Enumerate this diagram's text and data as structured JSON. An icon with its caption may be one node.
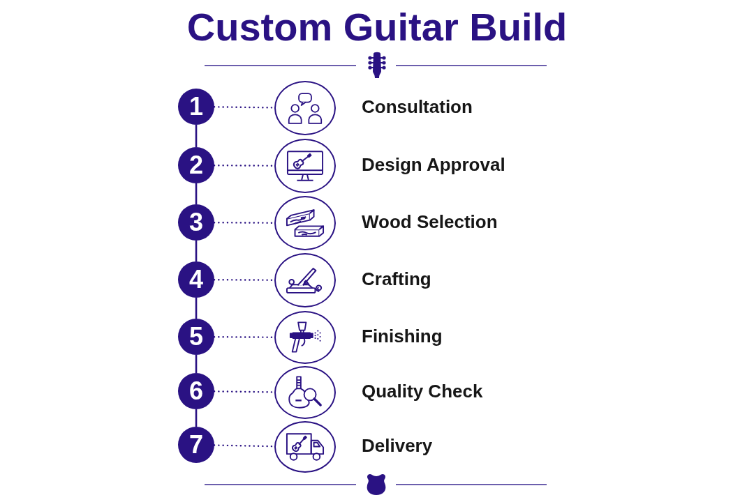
{
  "diagram": {
    "title": "Custom Guitar Build",
    "nodes": [
      {
        "text": [
          "1"
        ]
      },
      {
        "text": [],
        "shape": "picture",
        "beside": [
          "Consultation"
        ]
      },
      {
        "text": [
          "2"
        ]
      },
      {
        "text": [],
        "shape": "picture",
        "beside": [
          "Design Approval"
        ]
      },
      {
        "text": [
          "3"
        ]
      },
      {
        "text": [],
        "shape": "picture",
        "beside": [
          "Wood Selection"
        ]
      },
      {
        "text": [
          "4"
        ]
      },
      {
        "text": [],
        "shape": "picture",
        "beside": [
          "Crafting"
        ]
      },
      {
        "text": [
          "5"
        ]
      },
      {
        "text": [],
        "shape": "picture",
        "beside": [
          "Finishing"
        ]
      },
      {
        "text": [
          "6"
        ]
      },
      {
        "text": [],
        "shape": "picture",
        "beside": [
          "Quality Check"
        ]
      },
      {
        "text": [
          "7"
        ]
      },
      {
        "text": [],
        "shape": "picture",
        "beside": [
          "Delivery"
        ]
      }
    ],
    "edges": [
      {
        "from": 0,
        "to": 1,
        "arrow": "none",
        "style": "dashed"
      },
      {
        "from": 0,
        "to": 2,
        "arrow": "none"
      },
      {
        "from": 2,
        "to": 3,
        "arrow": "none",
        "style": "dashed"
      },
      {
        "from": 2,
        "to": 4,
        "arrow": "none"
      },
      {
        "from": 4,
        "to": 5,
        "arrow": "none",
        "style": "dashed"
      },
      {
        "from": 4,
        "to": 6,
        "arrow": "none"
      },
      {
        "from": 6,
        "to": 7,
        "arrow": "none",
        "style": "dashed"
      },
      {
        "from": 6,
        "to": 8,
        "arrow": "none"
      },
      {
        "from": 8,
        "to": 9,
        "arrow": "none",
        "style": "dashed"
      },
      {
        "from": 8,
        "to": 10,
        "arrow": "none"
      },
      {
        "from": 10,
        "to": 11,
        "arrow": "none",
        "style": "dashed"
      },
      {
        "from": 10,
        "to": 12,
        "arrow": "none"
      },
      {
        "from": 12,
        "to": 13,
        "arrow": "none",
        "style": "dashed"
      }
    ]
  }
}
